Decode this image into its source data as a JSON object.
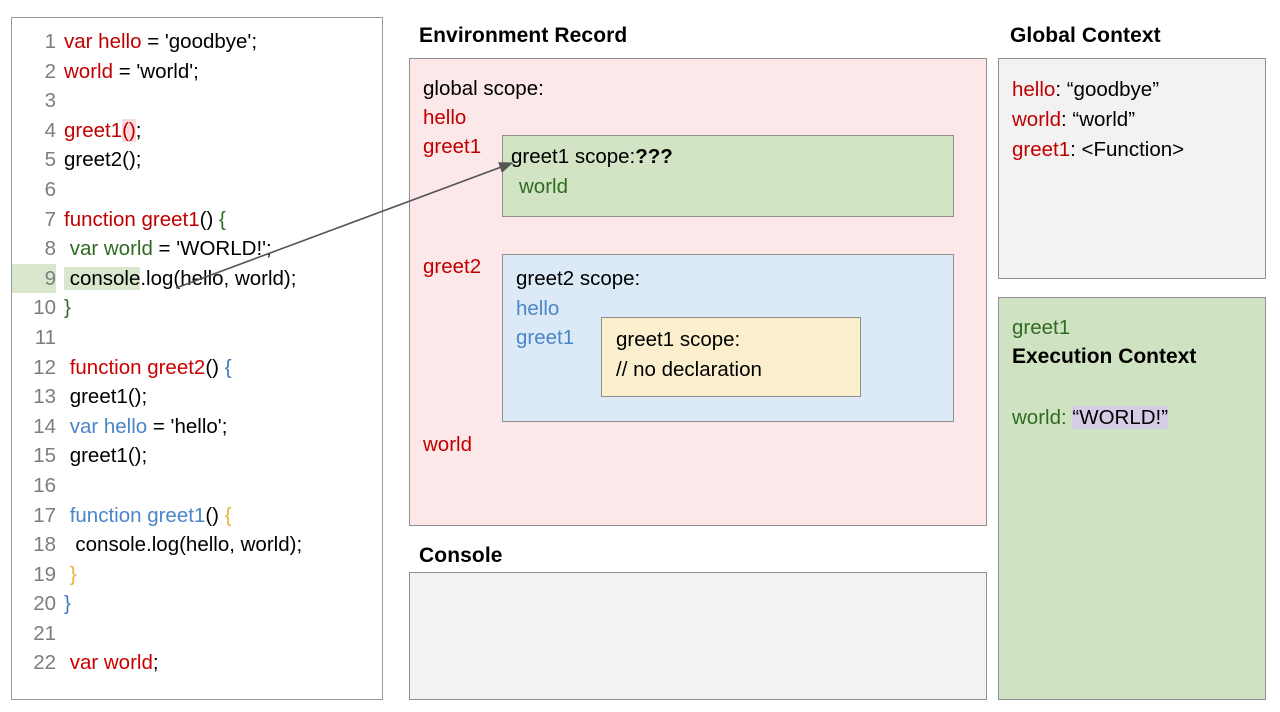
{
  "code_panel": {
    "lines": [
      {
        "n": "1",
        "tokens": [
          {
            "t": "var hello",
            "c": "red"
          },
          {
            "t": " = 'goodbye';",
            "c": "black"
          }
        ]
      },
      {
        "n": "2",
        "tokens": [
          {
            "t": "world",
            "c": "red"
          },
          {
            "t": " = 'world';",
            "c": "black"
          }
        ]
      },
      {
        "n": "3",
        "tokens": []
      },
      {
        "n": "4",
        "tokens": [
          {
            "t": "greet1",
            "c": "red"
          },
          {
            "t": "()",
            "c": "red",
            "hl": "pink"
          },
          {
            "t": ";",
            "c": "black"
          }
        ]
      },
      {
        "n": "5",
        "tokens": [
          {
            "t": "greet2();",
            "c": "black"
          }
        ]
      },
      {
        "n": "6",
        "tokens": []
      },
      {
        "n": "7",
        "tokens": [
          {
            "t": "function greet1",
            "c": "red"
          },
          {
            "t": "() ",
            "c": "black"
          },
          {
            "t": "{",
            "c": "green"
          }
        ]
      },
      {
        "n": "8",
        "tokens": [
          {
            "t": " var world",
            "c": "green"
          },
          {
            "t": " = 'WORLD!';",
            "c": "black"
          }
        ]
      },
      {
        "n": "9",
        "tokens": [
          {
            "t": " console",
            "c": "black",
            "hl": "green"
          },
          {
            "t": ".log(hello, world);",
            "c": "black"
          }
        ],
        "ln_hl": "green"
      },
      {
        "n": "10",
        "tokens": [
          {
            "t": "}",
            "c": "green"
          }
        ]
      },
      {
        "n": "11",
        "tokens": []
      },
      {
        "n": "12",
        "tokens": [
          {
            "t": " function greet2",
            "c": "red2"
          },
          {
            "t": "() ",
            "c": "black"
          },
          {
            "t": "{",
            "c": "bluebr"
          }
        ]
      },
      {
        "n": "13",
        "tokens": [
          {
            "t": " greet1();",
            "c": "black"
          }
        ]
      },
      {
        "n": "14",
        "tokens": [
          {
            "t": " var hello",
            "c": "blue"
          },
          {
            "t": " = 'hello';",
            "c": "black"
          }
        ]
      },
      {
        "n": "15",
        "tokens": [
          {
            "t": " greet1();",
            "c": "black"
          }
        ]
      },
      {
        "n": "16",
        "tokens": []
      },
      {
        "n": "17",
        "tokens": [
          {
            "t": " function greet1",
            "c": "blue"
          },
          {
            "t": "() ",
            "c": "black"
          },
          {
            "t": "{",
            "c": "gold"
          }
        ]
      },
      {
        "n": "18",
        "tokens": [
          {
            "t": "  console.log(hello, world);",
            "c": "black"
          }
        ]
      },
      {
        "n": "19",
        "tokens": [
          {
            "t": " }",
            "c": "gold"
          }
        ]
      },
      {
        "n": "20",
        "tokens": [
          {
            "t": "}",
            "c": "bluebr"
          }
        ]
      },
      {
        "n": "21",
        "tokens": []
      },
      {
        "n": "22",
        "tokens": [
          {
            "t": " var world",
            "c": "red2"
          },
          {
            "t": ";",
            "c": "black"
          }
        ]
      }
    ]
  },
  "environment_record": {
    "title": "Environment Record",
    "global_scope_label": "global scope:",
    "outer_bindings_top": [
      "hello",
      "greet1"
    ],
    "outer_binding_greet2": "greet2",
    "outer_binding_world": "world",
    "greet1_scope": {
      "header_plain": "greet1 scope:",
      "header_bold": "???",
      "binding": "world"
    },
    "greet2_scope": {
      "header": "greet2 scope:",
      "bindings": [
        "hello",
        "greet1"
      ],
      "nested_greet1_scope": {
        "header": "greet1 scope:",
        "comment": "// no declaration"
      }
    }
  },
  "console": {
    "title": "Console",
    "output": ""
  },
  "global_context": {
    "title": "Global Context",
    "entries": [
      {
        "key": "hello",
        "value": " “goodbye”"
      },
      {
        "key": "world",
        "value": " “world”"
      },
      {
        "key": "greet1",
        "value": " <Function>"
      }
    ]
  },
  "execution_context": {
    "scope_name": "greet1",
    "title": "Execution Context",
    "entry_key": "world",
    "entry_value": "“WORLD!”"
  },
  "colors": {
    "env_record_bg": "#fce8e8",
    "greet1_scope_bg": "#d3e4c5",
    "greet2_scope_bg": "#dce9f7",
    "nested_scope_bg": "#fbefcd",
    "console_bg": "#f2f2f2",
    "global_context_bg": "#f2f2f2",
    "execution_context_bg": "#cfe3c2",
    "highlight_pink": "#fadadd",
    "highlight_green": "#d9e8cd",
    "highlight_lavender": "#d5cde5",
    "keyword_red": "#c00000",
    "keyword_green": "#2f6b22",
    "keyword_blue": "#4a86c8",
    "brace_gold": "#e8b33c"
  }
}
